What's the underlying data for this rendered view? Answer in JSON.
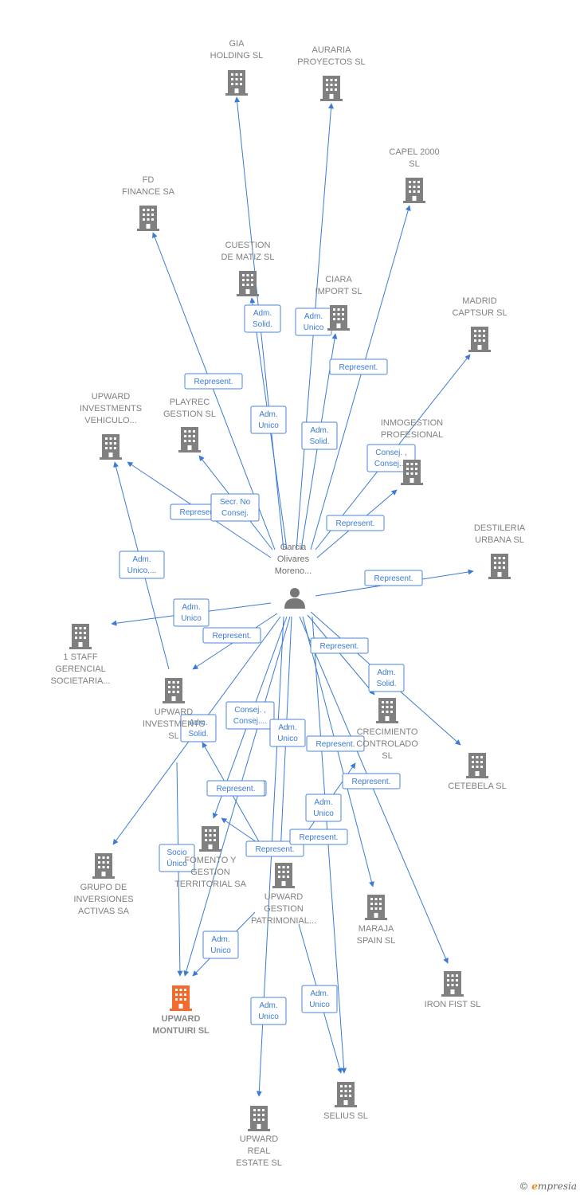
{
  "colors": {
    "edge": "#3a7bd5",
    "building": "#808080",
    "focus_building": "#f26a2e",
    "person": "#777777"
  },
  "person": {
    "label": [
      "Garcia",
      "Olivares",
      "Moreno..."
    ],
    "icon": "person-icon"
  },
  "nodes": [
    {
      "id": "gia",
      "label": [
        "GIA",
        "HOLDING SL"
      ]
    },
    {
      "id": "auraria",
      "label": [
        "AURARIA",
        "PROYECTOS SL"
      ]
    },
    {
      "id": "capel",
      "label": [
        "CAPEL 2000",
        "SL"
      ]
    },
    {
      "id": "fd",
      "label": [
        "FD",
        "FINANCE SA"
      ]
    },
    {
      "id": "cuestion",
      "label": [
        "CUESTION",
        "DE MATIZ SL"
      ]
    },
    {
      "id": "ciara",
      "label": [
        "CIARA",
        "IMPORT SL"
      ]
    },
    {
      "id": "madrid",
      "label": [
        "MADRID",
        "CAPTSUR SL"
      ]
    },
    {
      "id": "upvehic",
      "label": [
        "UPWARD",
        "INVESTMENTS",
        "VEHICULO..."
      ]
    },
    {
      "id": "playrec",
      "label": [
        "PLAYREC",
        "GESTION SL"
      ]
    },
    {
      "id": "inmog",
      "label": [
        "INMOGESTION",
        "PROFESIONAL"
      ]
    },
    {
      "id": "destileria",
      "label": [
        "DESTILERIA",
        "URBANA SL"
      ]
    },
    {
      "id": "staff",
      "label": [
        "1 STAFF",
        "GERENCIAL",
        "SOCIETARIA..."
      ]
    },
    {
      "id": "upinv",
      "label": [
        "UPWARD",
        "INVESTMENTS",
        "SL"
      ]
    },
    {
      "id": "crecim",
      "label": [
        "CRECIMIENTO",
        "CONTROLADO",
        "SL"
      ]
    },
    {
      "id": "cetebela",
      "label": [
        "CETEBELA SL"
      ]
    },
    {
      "id": "fomento",
      "label": [
        "FOMENTO Y",
        "GESTION",
        "TERRITORIAL SA"
      ]
    },
    {
      "id": "grupo",
      "label": [
        "GRUPO DE",
        "INVERSIONES",
        "ACTIVAS SA"
      ]
    },
    {
      "id": "upgest",
      "label": [
        "UPWARD",
        "GESTION",
        "PATRIMONIAL..."
      ]
    },
    {
      "id": "maraja",
      "label": [
        "MARAJA",
        "SPAIN SL"
      ]
    },
    {
      "id": "ironfist",
      "label": [
        "IRON FIST SL"
      ]
    },
    {
      "id": "montuiri",
      "label": [
        "UPWARD",
        "MONTUIRI SL"
      ],
      "focus": true
    },
    {
      "id": "realestate",
      "label": [
        "UPWARD",
        "REAL",
        "ESTATE SL"
      ]
    },
    {
      "id": "selius",
      "label": [
        "SELIUS SL"
      ]
    }
  ],
  "edges": [
    {
      "from": "person",
      "to": "gia",
      "label": [
        "Adm.",
        "Solid."
      ]
    },
    {
      "from": "person",
      "to": "auraria",
      "label": [
        "Adm.",
        "Unico"
      ]
    },
    {
      "from": "person",
      "to": "capel",
      "label": [
        "Represent."
      ]
    },
    {
      "from": "person",
      "to": "fd",
      "label": [
        "Represent."
      ]
    },
    {
      "from": "person",
      "to": "cuestion",
      "label": [
        "Adm.",
        "Unico"
      ]
    },
    {
      "from": "person",
      "to": "ciara",
      "label": [
        "Adm.",
        "Solid."
      ]
    },
    {
      "from": "person",
      "to": "madrid",
      "label": [
        "Consej. ,",
        "Consej...."
      ]
    },
    {
      "from": "person",
      "to": "upvehic",
      "label": [
        "Represent."
      ]
    },
    {
      "from": "person",
      "to": "playrec",
      "label": [
        "Secr. No",
        "Consej."
      ]
    },
    {
      "from": "person",
      "to": "inmog",
      "label": [
        "Represent."
      ]
    },
    {
      "from": "person",
      "to": "destileria",
      "label": [
        "Represent."
      ]
    },
    {
      "from": "person",
      "to": "staff",
      "label": [
        "Adm.",
        "Unico"
      ]
    },
    {
      "from": "person",
      "to": "upinv",
      "label": [
        "Represent."
      ]
    },
    {
      "from": "upinv",
      "to": "upvehic",
      "label": [
        "Adm.",
        "Unico,..."
      ]
    },
    {
      "from": "person",
      "to": "crecim",
      "label": [
        "Represent."
      ]
    },
    {
      "from": "person",
      "to": "cetebela",
      "label": [
        "Adm.",
        "Solid."
      ]
    },
    {
      "from": "person",
      "to": "montuiri",
      "label": [
        "Adm.",
        "Solid."
      ]
    },
    {
      "from": "person",
      "to": "fomento",
      "label": [
        "Consej. ,",
        "Consej...."
      ]
    },
    {
      "from": "person",
      "to": "grupo",
      "label": [
        "Represent."
      ]
    },
    {
      "from": "person",
      "to": "upgest",
      "label": [
        "Adm.",
        "Unico"
      ]
    },
    {
      "from": "person",
      "to": "maraja",
      "label": [
        "Represent."
      ]
    },
    {
      "from": "person",
      "to": "ironfist",
      "label": [
        "Represent."
      ]
    },
    {
      "from": "upgest",
      "to": "crecim",
      "label": [
        "Adm.",
        "Unico"
      ]
    },
    {
      "from": "upgest",
      "to": "upinv",
      "label": [
        "Represent."
      ]
    },
    {
      "from": "upgest",
      "to": "fomento",
      "label": [
        "Represent."
      ]
    },
    {
      "from": "upinv",
      "to": "montuiri",
      "label": [
        "Socio",
        "Único"
      ]
    },
    {
      "from": "upgest",
      "to": "montuiri",
      "label": [
        "Adm.",
        "Unico"
      ]
    },
    {
      "from": "person",
      "to": "realestate",
      "label": [
        "Adm.",
        "Unico"
      ]
    },
    {
      "from": "upgest",
      "to": "selius",
      "label": [
        "Adm.",
        "Unico"
      ]
    },
    {
      "from": "person",
      "to": "selius",
      "label": [
        "Represent."
      ]
    }
  ],
  "footer": {
    "copyright_symbol": "©",
    "brand_first": "e",
    "brand_rest": "mpresia"
  }
}
